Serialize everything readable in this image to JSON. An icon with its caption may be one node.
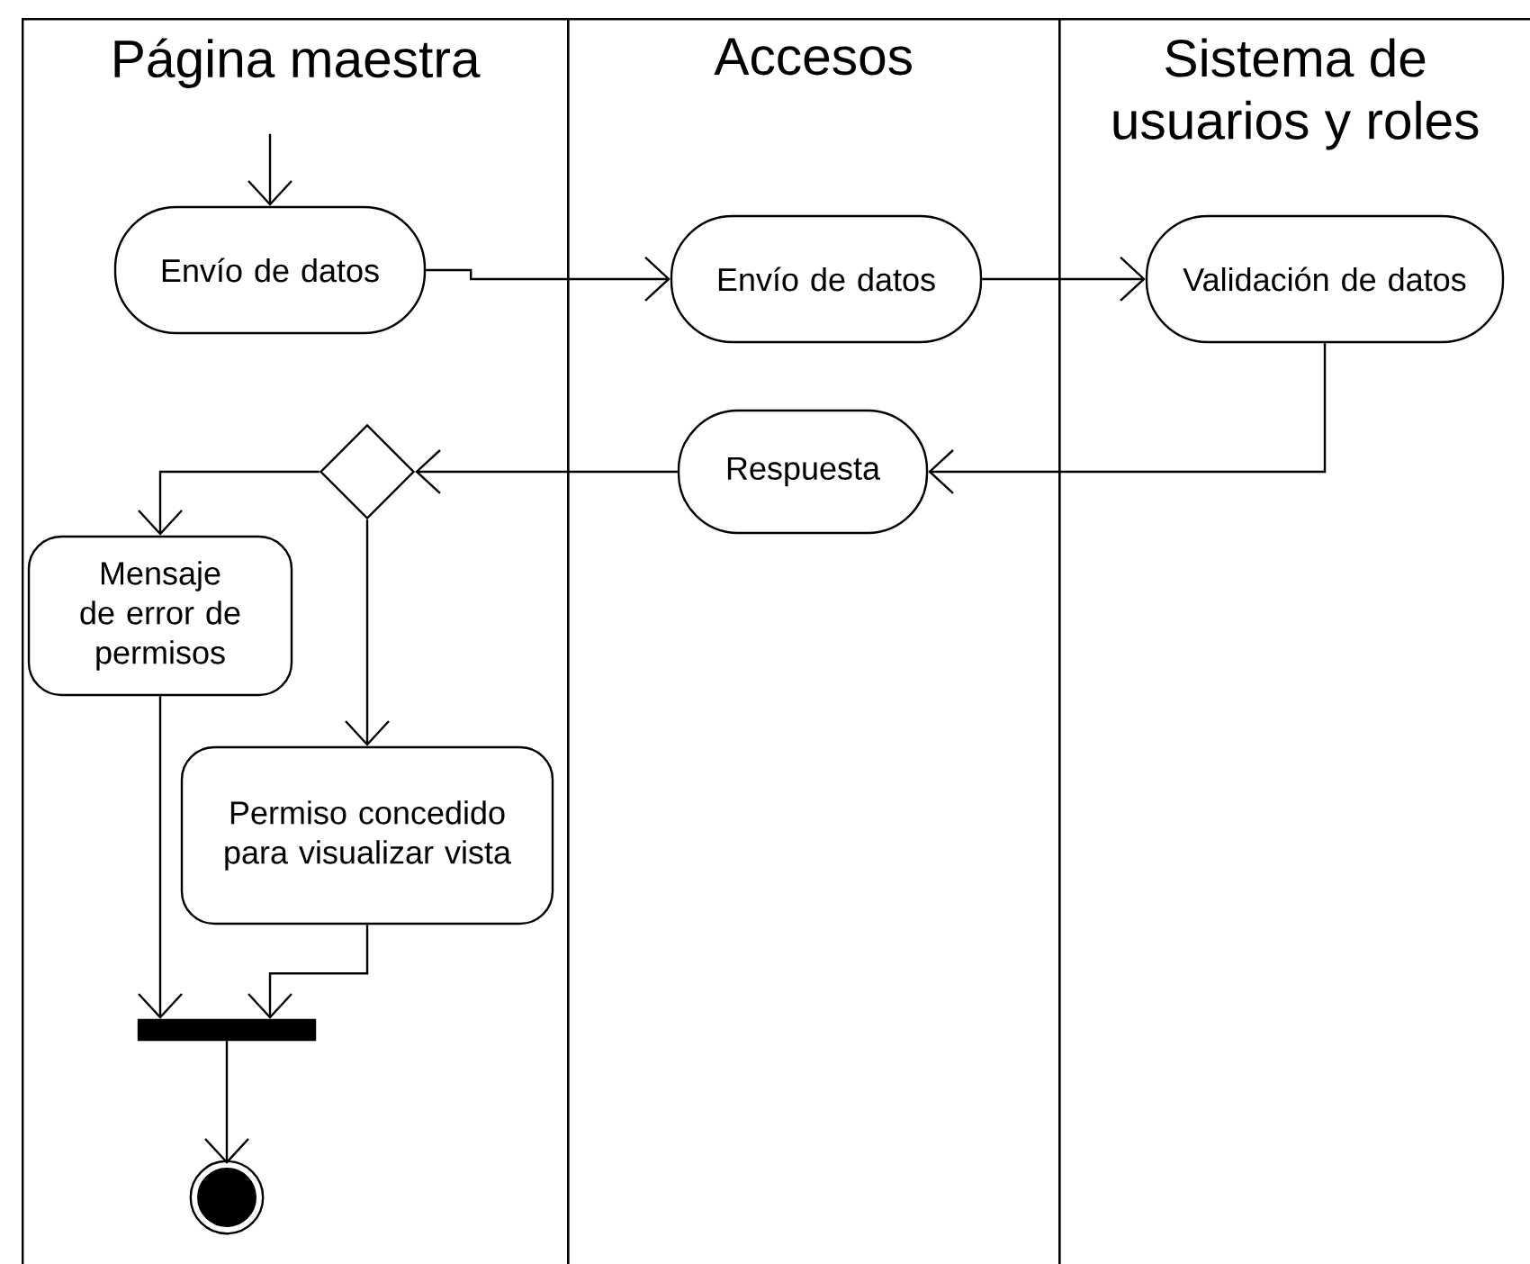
{
  "diagram": {
    "nodes": [
      {
        "text": [
          "Página maestra"
        ]
      },
      {
        "text": [
          "Accesos"
        ]
      },
      {
        "text": [
          "Sistema de usuarios y roles"
        ]
      },
      {
        "text": [
          "Envío de datos"
        ],
        "in": 0
      },
      {
        "text": [
          "Envío de datos"
        ],
        "in": 1
      },
      {
        "text": [
          "Validación de datos"
        ],
        "in": 2
      },
      {
        "text": [
          "Respuesta"
        ],
        "in": 1
      },
      {
        "text": [],
        "shape": "diamond",
        "in": 0
      },
      {
        "text": [
          "Mensaje de error de permisos"
        ],
        "in": 0
      },
      {
        "text": [
          "Permiso concedido para visualizar vista"
        ],
        "in": 0
      },
      {
        "text": [],
        "shape": "bar",
        "in": 0
      },
      {
        "text": [],
        "shape": "circle",
        "in": 0
      }
    ],
    "edges": [
      {
        "from": null,
        "to": 3,
        "arrow": "to"
      },
      {
        "from": 3,
        "to": 4,
        "arrow": "to"
      },
      {
        "from": 4,
        "to": 5,
        "arrow": "to"
      },
      {
        "from": 5,
        "to": 6,
        "arrow": "to"
      },
      {
        "from": 6,
        "to": 7,
        "arrow": "to"
      },
      {
        "from": 7,
        "to": 8,
        "arrow": "to"
      },
      {
        "from": 7,
        "to": 9,
        "arrow": "to"
      },
      {
        "from": 8,
        "to": 10,
        "arrow": "to"
      },
      {
        "from": 9,
        "to": 10,
        "arrow": "to"
      },
      {
        "from": 10,
        "to": 11,
        "arrow": "to"
      }
    ]
  }
}
